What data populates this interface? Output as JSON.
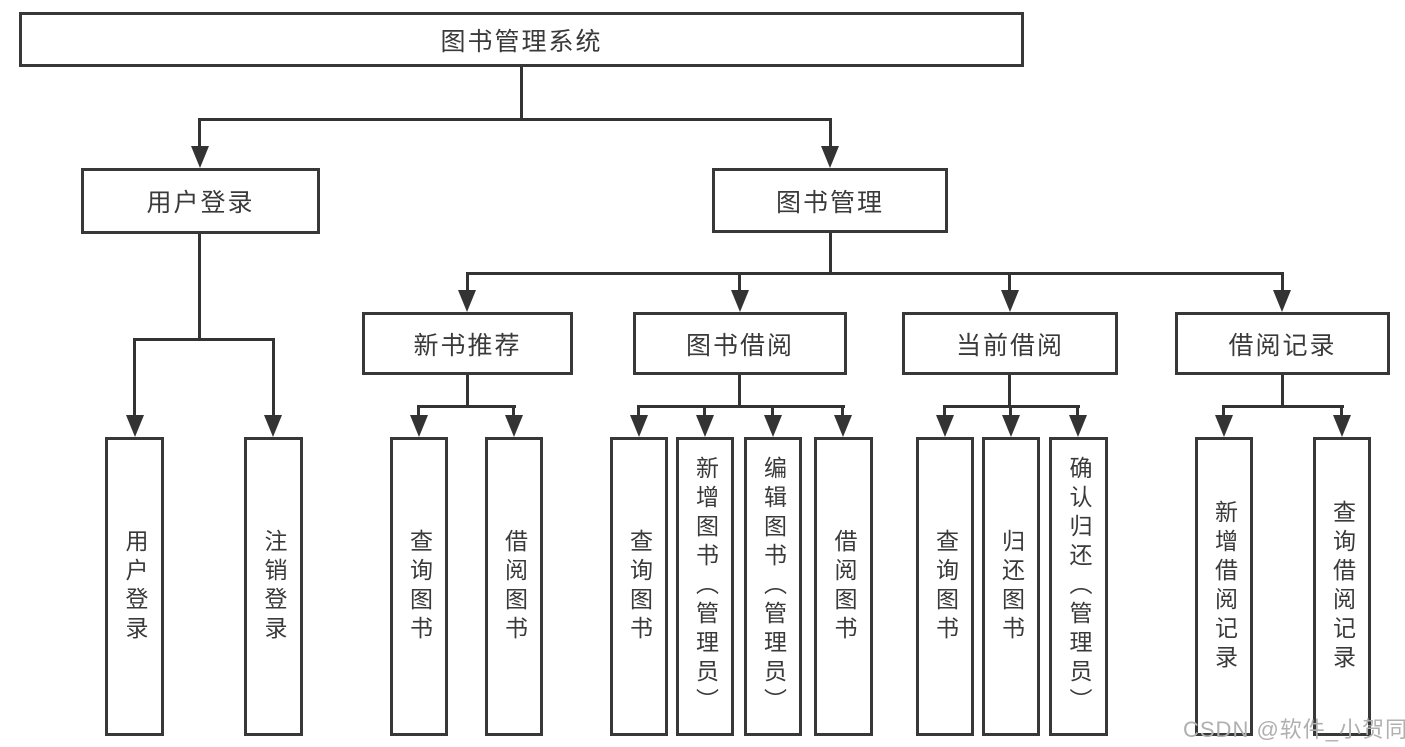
{
  "diagram_title": "图书管理系统",
  "tree": {
    "root": {
      "label": "图书管理系统"
    },
    "branches": [
      {
        "label": "用户登录",
        "children": [
          {
            "label": "用户登录"
          },
          {
            "label": "注销登录"
          }
        ]
      },
      {
        "label": "图书管理",
        "children": [
          {
            "label": "新书推荐",
            "children": [
              {
                "label": "查询图书"
              },
              {
                "label": "借阅图书"
              }
            ]
          },
          {
            "label": "图书借阅",
            "children": [
              {
                "label": "查询图书"
              },
              {
                "label": "新增图书（管理员）"
              },
              {
                "label": "编辑图书（管理员）"
              },
              {
                "label": "借阅图书"
              }
            ]
          },
          {
            "label": "当前借阅",
            "children": [
              {
                "label": "查询图书"
              },
              {
                "label": "归还图书"
              },
              {
                "label": "确认归还（管理员）"
              }
            ]
          },
          {
            "label": "借阅记录",
            "children": [
              {
                "label": "新增借阅记录"
              },
              {
                "label": "查询借阅记录"
              }
            ]
          }
        ]
      }
    ]
  },
  "watermark": {
    "text": "CSDN @软件_小贺同学",
    "color": "#b0b0b0"
  },
  "colors": {
    "line": "#333333",
    "box_border": "#383838",
    "text": "#3a3a3a",
    "background": "#ffffff"
  }
}
